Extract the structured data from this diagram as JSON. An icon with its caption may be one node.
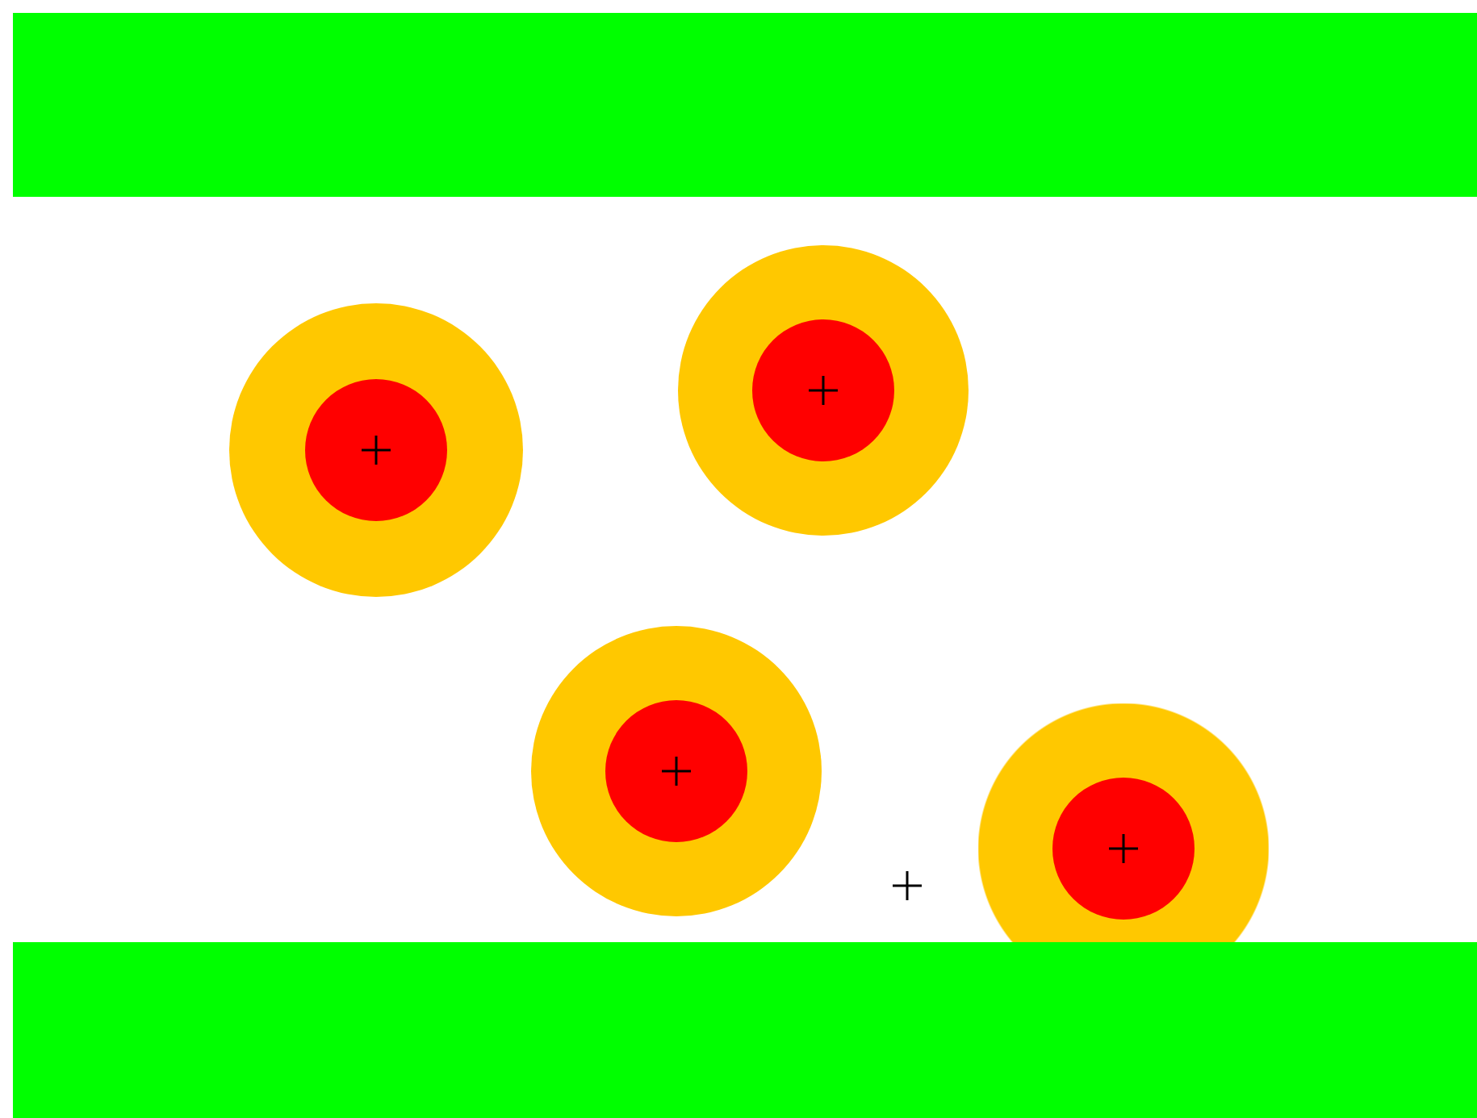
{
  "diagram": {
    "nodes": [
      {
        "text": [],
        "shape": "bar"
      },
      {
        "text": [],
        "shape": "circle"
      },
      {
        "text": [],
        "shape": "circle",
        "in": 1
      },
      {
        "text": [],
        "shape": "circle"
      },
      {
        "text": [],
        "shape": "circle",
        "in": 3
      },
      {
        "text": [],
        "shape": "circle"
      },
      {
        "text": [],
        "shape": "circle",
        "in": 5
      },
      {
        "text": [],
        "shape": "circle"
      },
      {
        "text": [],
        "shape": "circle",
        "in": 7
      },
      {
        "text": [],
        "shape": "bar"
      }
    ]
  }
}
